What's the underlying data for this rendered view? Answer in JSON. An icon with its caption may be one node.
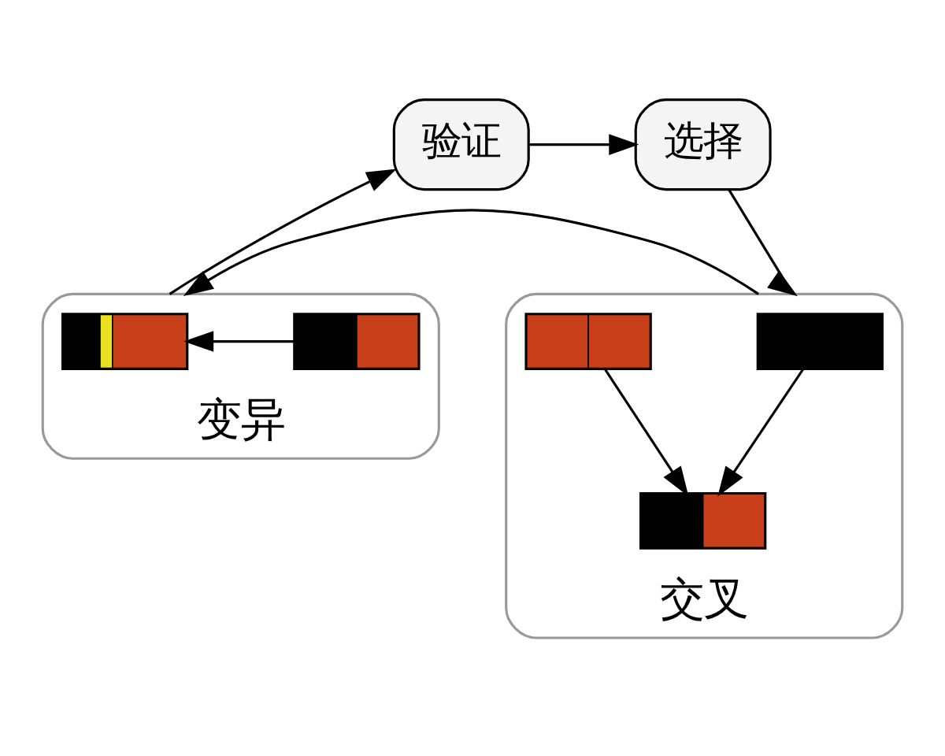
{
  "diagram": {
    "nodes": [
      {
        "text": [
          "验证"
        ]
      },
      {
        "text": [
          "选择"
        ]
      },
      {
        "text": [
          "变异"
        ]
      },
      {
        "text": [],
        "shape": "box",
        "in": 2
      },
      {
        "text": [],
        "shape": "box",
        "in": 2
      },
      {
        "text": [
          "交叉"
        ]
      },
      {
        "text": [],
        "shape": "box",
        "in": 5
      },
      {
        "text": [],
        "shape": "box",
        "in": 5
      },
      {
        "text": [],
        "shape": "box",
        "in": 5
      }
    ],
    "edges": [
      {
        "from": 0,
        "to": 1,
        "arrow": "to"
      },
      {
        "from": 1,
        "to": 5,
        "arrow": "to"
      },
      {
        "from": 5,
        "to": 2,
        "arrow": "to"
      },
      {
        "from": 2,
        "to": 0,
        "arrow": "to"
      },
      {
        "from": 4,
        "to": 3,
        "arrow": "to"
      },
      {
        "from": 6,
        "to": 8,
        "arrow": "to"
      },
      {
        "from": 7,
        "to": 8,
        "arrow": "to"
      }
    ]
  }
}
